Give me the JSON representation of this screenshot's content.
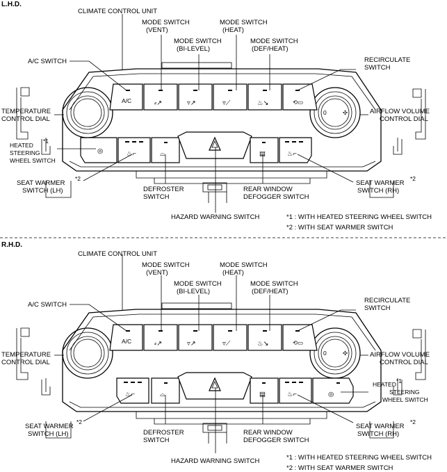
{
  "sections": [
    {
      "header": "L.H.D.",
      "labels": {
        "unit": "CLIMATE CONTROL UNIT",
        "vent_1": "MODE SWITCH",
        "vent_2": "(VENT)",
        "heat_1": "MODE SWITCH",
        "heat_2": "(HEAT)",
        "bilevel_1": "MODE SWITCH",
        "bilevel_2": "(BI-LEVEL)",
        "defheat_1": "MODE SWITCH",
        "defheat_2": "(DEF/HEAT)",
        "ac": "A/C SWITCH",
        "recirc_1": "RECIRCULATE",
        "recirc_2": "SWITCH",
        "temp_1": "TEMPERATURE",
        "temp_2": "CONTROL DIAL",
        "airflow_1": "AIRFLOW VOLUME",
        "airflow_2": "CONTROL DIAL",
        "heated_1": "HEATED",
        "heated_sup": "*1",
        "heated_2": "STEERING",
        "heated_3": "WHEEL SWITCH",
        "seatl_1": "SEAT WARMER",
        "seatl_sup": "*2",
        "seatl_2": "SWITCH (LH)",
        "defroster_1": "DEFROSTER",
        "defroster_2": "SWITCH",
        "rear_1": "REAR WINDOW",
        "rear_2": "DEFOGGER SWITCH",
        "seatr_1": "SEAT WARMER",
        "seatr_sup": "*2",
        "seatr_2": "SWITCH (RH)",
        "hazard": "HAZARD WARNING SWITCH",
        "note1": "*1 : WITH HEATED STEERING WHEEL SWITCH",
        "note2": "*2 : WITH SEAT WARMER SWITCH"
      }
    },
    {
      "header": "R.H.D.",
      "labels": {
        "unit": "CLIMATE CONTROL UNIT",
        "vent_1": "MODE SWITCH",
        "vent_2": "(VENT)",
        "heat_1": "MODE SWITCH",
        "heat_2": "(HEAT)",
        "bilevel_1": "MODE SWITCH",
        "bilevel_2": "(BI-LEVEL)",
        "defheat_1": "MODE SWITCH",
        "defheat_2": "(DEF/HEAT)",
        "ac": "A/C SWITCH",
        "recirc_1": "RECIRCULATE",
        "recirc_2": "SWITCH",
        "temp_1": "TEMPERATURE",
        "temp_2": "CONTROL DIAL",
        "airflow_1": "AIRFLOW VOLUME",
        "airflow_2": "CONTROL DIAL",
        "heated_1": "HEATED",
        "heated_sup": "*1",
        "heated_2": "STEERING",
        "heated_3": "WHEEL SWITCH",
        "seatl_1": "SEAT WARMER",
        "seatl_sup": "*2",
        "seatl_2": "SWITCH (LH)",
        "defroster_1": "DEFROSTER",
        "defroster_2": "SWITCH",
        "rear_1": "REAR WINDOW",
        "rear_2": "DEFOGGER SWITCH",
        "seatr_1": "SEAT WARMER",
        "seatr_sup": "*2",
        "seatr_2": "SWITCH (RH)",
        "hazard": "HAZARD WARNING SWITCH",
        "note1": "*1 : WITH HEATED STEERING WHEEL SWITCH",
        "note2": "*2 : WITH SEAT WARMER SWITCH"
      }
    }
  ],
  "button_text": {
    "ac": "A/C"
  }
}
